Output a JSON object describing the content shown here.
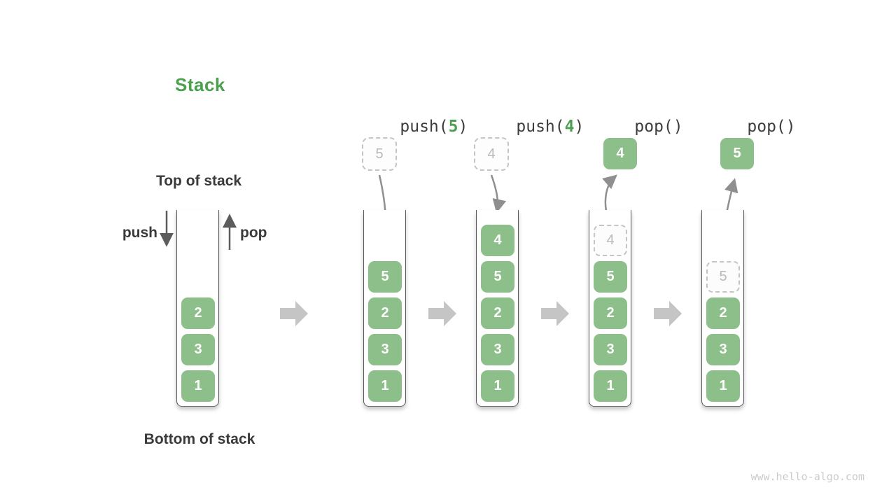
{
  "title": "Stack",
  "labels": {
    "top_of_stack": "Top of stack",
    "bottom_of_stack": "Bottom of stack",
    "push": "push",
    "pop": "pop"
  },
  "watermark": "www.hello-algo.com",
  "colors": {
    "accent_green": "#4ba14f",
    "box_green": "#8dbf8a",
    "text_dark": "#3a3a3a",
    "curve_arrow_gray": "#8f8f8f",
    "block_arrow_gray": "#c5c5c5",
    "ghost_gray": "#b9b9b9"
  },
  "stages": [
    {
      "name": "initial-stack",
      "items": [
        "2",
        "3",
        "1"
      ]
    },
    {
      "name": "push-5",
      "op": {
        "prefix": "push(",
        "arg": "5",
        "suffix": ")"
      },
      "floating": "5",
      "items": [
        "5",
        "2",
        "3",
        "1"
      ]
    },
    {
      "name": "push-4",
      "op": {
        "prefix": "push(",
        "arg": "4",
        "suffix": ")"
      },
      "floating": "4",
      "items": [
        "4",
        "5",
        "2",
        "3",
        "1"
      ]
    },
    {
      "name": "pop-4",
      "op": {
        "prefix": "pop(",
        "arg": "",
        "suffix": ")"
      },
      "popped": "4",
      "ghost": "4",
      "items": [
        "5",
        "2",
        "3",
        "1"
      ]
    },
    {
      "name": "pop-5",
      "op": {
        "prefix": "pop(",
        "arg": "",
        "suffix": ")"
      },
      "popped": "5",
      "ghost": "5",
      "items": [
        "2",
        "3",
        "1"
      ]
    }
  ]
}
